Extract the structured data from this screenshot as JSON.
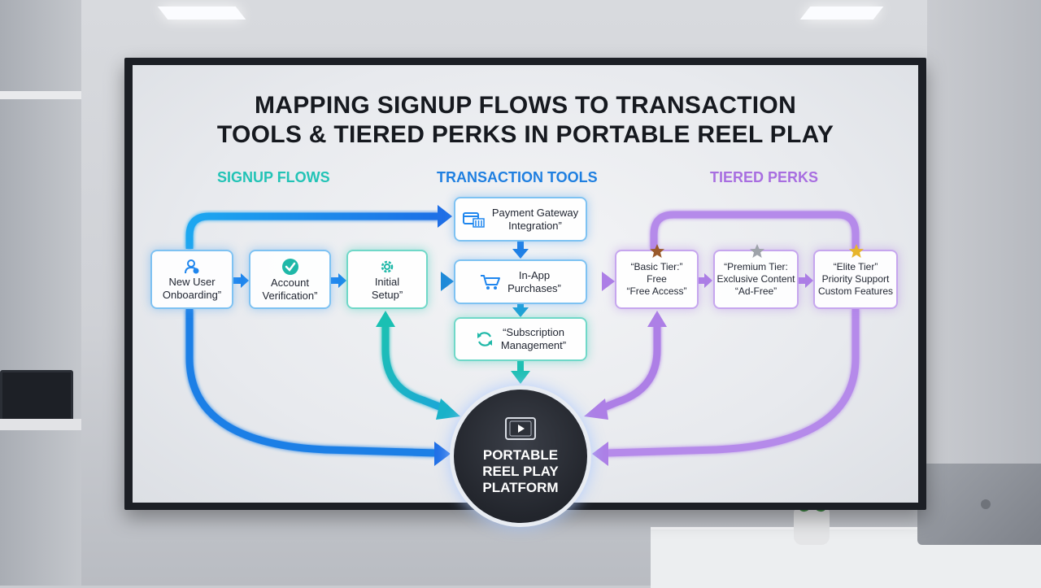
{
  "title": {
    "line1": "MAPPING SIGNUP FLOWS TO TRANSACTION",
    "line2": "TOOLS & TIERED PERKS IN PORTABLE REEL PLAY"
  },
  "columns": {
    "signup": {
      "label": "SIGNUP FLOWS",
      "color": "#22c3b6"
    },
    "transaction": {
      "label": "TRANSACTION TOOLS",
      "color": "#1f7fe0"
    },
    "perks": {
      "label": "TIERED PERKS",
      "color": "#a86ee0"
    }
  },
  "signup_flows": [
    {
      "line1": "New User",
      "line2": "Onboarding”",
      "icon": "user-icon"
    },
    {
      "line1": "Account",
      "line2": "Verification”",
      "icon": "check-circle-icon"
    },
    {
      "line1": "Initial",
      "line2": "Setup”",
      "icon": "gear-icon"
    }
  ],
  "transaction_tools": [
    {
      "line1": "Payment Gateway",
      "line2": "Integration”",
      "icon": "payment-card-icon"
    },
    {
      "line1": "In-App",
      "line2": "Purchases”",
      "icon": "cart-icon"
    },
    {
      "line1": "“Subscription",
      "line2": "Management”",
      "icon": "refresh-icon"
    }
  ],
  "tiered_perks": [
    {
      "line1": "“Basic Tier:”",
      "line2": "Free",
      "line3": "“Free Access”",
      "icon": "bronze-star-icon",
      "star_color": "#9a5a2b"
    },
    {
      "line1": "“Premium Tier:",
      "line2": "Exclusive Content",
      "line3": "“Ad-Free”",
      "icon": "silver-star-icon",
      "star_color": "#9ea3aa"
    },
    {
      "line1": "“Elite Tier”",
      "line2": "Priority Support",
      "line3": "Custom Features",
      "icon": "gold-star-icon",
      "star_color": "#e7b52c"
    }
  ],
  "hub": {
    "line1": "PORTABLE",
    "line2": "REEL PLAY",
    "line3": "PLATFORM",
    "icon": "video-player-icon"
  },
  "colors": {
    "blue": "#1f86ee",
    "teal": "#1fc0b4",
    "purple": "#ad7fe6",
    "hub": "#23262d"
  }
}
